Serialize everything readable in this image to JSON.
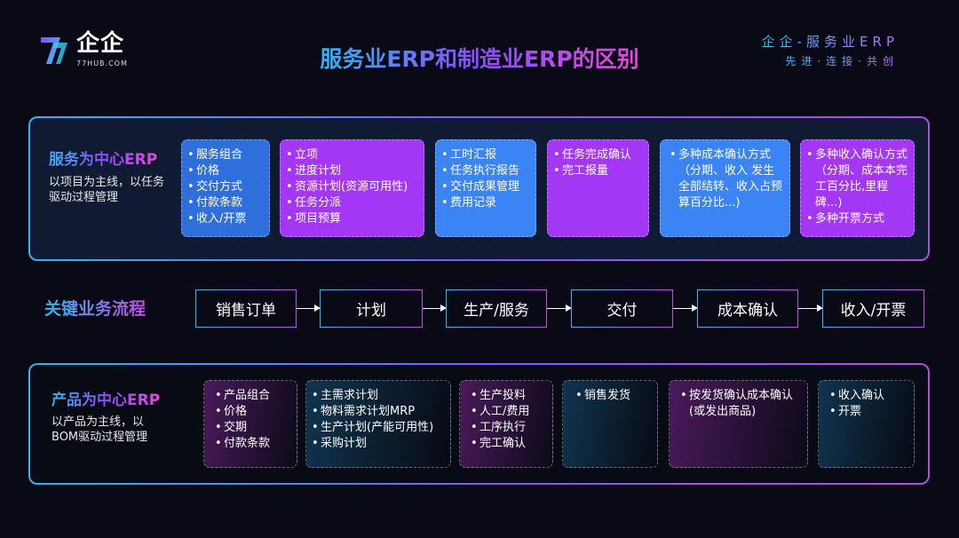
{
  "header": {
    "logo_text": "企企",
    "logo_sub": "77HUB.COM",
    "title": "服务业ERP和制造业ERP的区别",
    "tagline1": "企企-服务业ERP",
    "tagline2": "先进·连接·共创"
  },
  "service": {
    "title": "服务为中心ERP",
    "desc": "以项目为主线，以任务驱动过程管理",
    "cards": [
      {
        "items": [
          "服务组合",
          "价格",
          "交付方式",
          "付款条款",
          "收入/开票"
        ]
      },
      {
        "items": [
          "立项",
          "进度计划",
          "资源计划(资源可用性)",
          "任务分派",
          "项目预算"
        ]
      },
      {
        "items": [
          "工时汇报",
          "任务执行报告",
          "交付成果管理",
          "费用记录"
        ]
      },
      {
        "items": [
          "任务完成确认",
          "完工报量"
        ]
      },
      {
        "items": [
          "多种成本确认方式（分期、收入 发生全部结转、收入占预算百分比...)"
        ]
      },
      {
        "items": [
          "多种收入确认方式（分期、成本本完工百分比,里程碑...)",
          "多种开票方式"
        ]
      }
    ]
  },
  "flow": {
    "label": "关键业务流程",
    "steps": [
      "销售订单",
      "计划",
      "生产/服务",
      "交付",
      "成本确认",
      "收入/开票"
    ]
  },
  "product": {
    "title": "产品为中心ERP",
    "desc": "以产品为主线，以BOM驱动过程管理",
    "cards": [
      {
        "items": [
          "产品组合",
          "价格",
          "交期",
          "付款条款"
        ]
      },
      {
        "items": [
          "主需求计划",
          "物料需求计划MRP",
          "生产计划(产能可用性)",
          "采购计划"
        ]
      },
      {
        "items": [
          "生产投料",
          "人工/费用",
          "工序执行",
          "完工确认"
        ]
      },
      {
        "items": [
          "销售发货"
        ]
      },
      {
        "items": [
          "按发货确认成本确认(或发出商品)"
        ]
      },
      {
        "items": [
          "收入确认",
          "开票"
        ]
      }
    ]
  }
}
